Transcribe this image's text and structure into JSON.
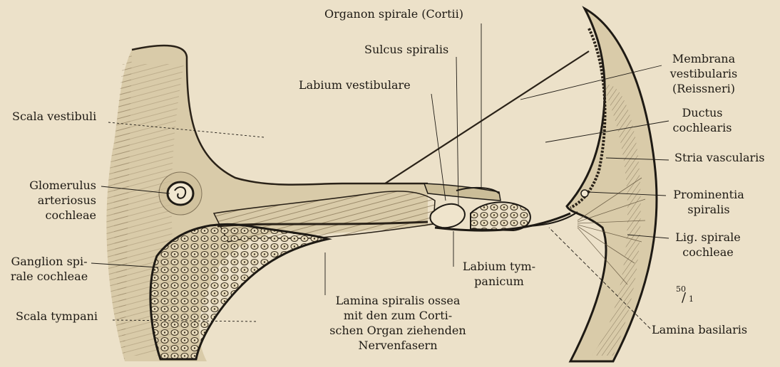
{
  "labels": {
    "organon": "Organon spirale (Cortii)",
    "sulcus": "Sulcus spiralis",
    "labium_vestibulare": "Labium vestibulare",
    "scala_vestibuli": "Scala vestibuli",
    "glomerulus": [
      "Glomerulus",
      "arteriosus",
      "cochleae"
    ],
    "ganglion": [
      "Ganglion spi-",
      "rale cochleae"
    ],
    "scala_tympani": "Scala tympani",
    "membrana": [
      "Membrana",
      "vestibularis",
      "(Reissneri)"
    ],
    "ductus": [
      "Ductus",
      "cochlearis"
    ],
    "stria": "Stria vascularis",
    "prominentia": [
      "Prominentia",
      "spiralis"
    ],
    "lig": [
      "Lig. spirale",
      "cochleae"
    ],
    "labium_tympanicum": [
      "Labium tym-",
      "panicum"
    ],
    "lamina_ossea": [
      "Lamina spiralis ossea",
      "mit den zum Corti-",
      "schen Organ ziehenden",
      "Nervenfasern"
    ],
    "lamina_basilaris": "Lamina basilaris",
    "magnification_num": "50",
    "magnification_den": "1"
  },
  "colors": {
    "paper": "#ece1c9",
    "ink": "#1e1a14",
    "tissue": "#d9cba9"
  }
}
